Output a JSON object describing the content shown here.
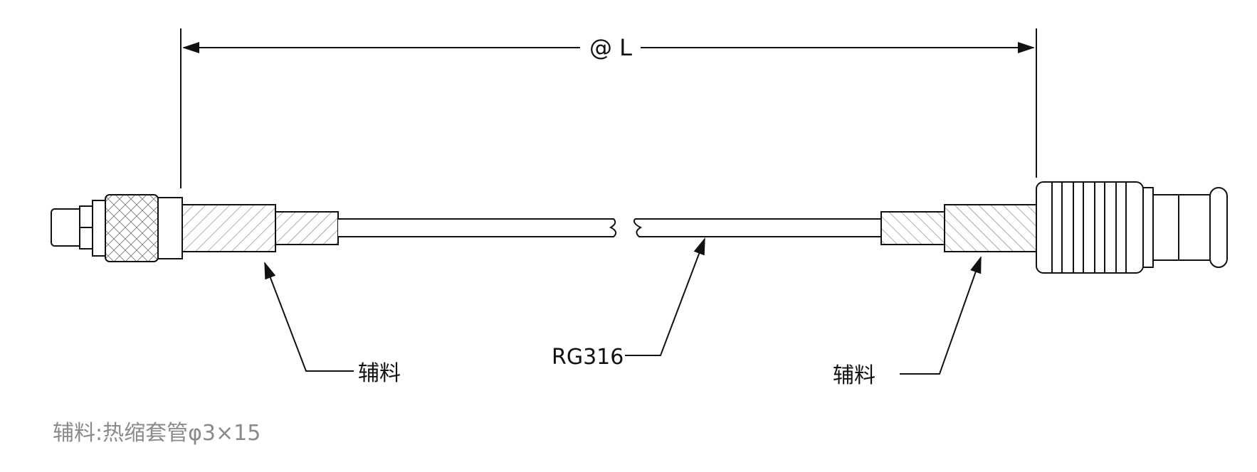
{
  "dimension": {
    "label": "@ L"
  },
  "labels": {
    "left_accessory": "辅料",
    "cable": "RG316",
    "right_accessory": "辅料"
  },
  "note": "辅料:热缩套管φ3×15"
}
